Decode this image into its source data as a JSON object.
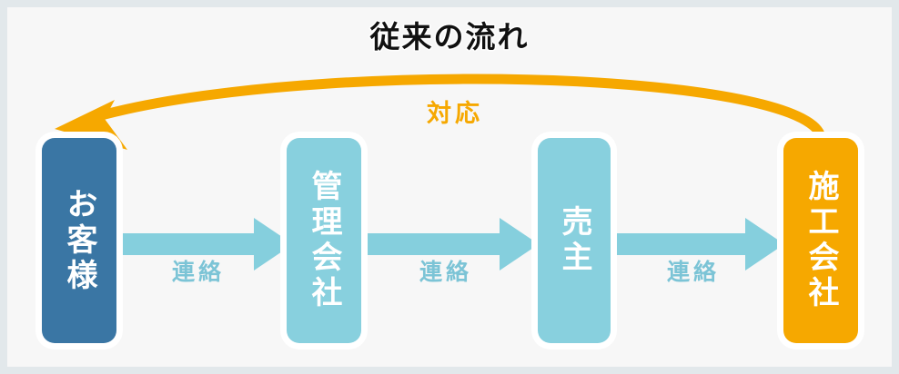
{
  "diagram": {
    "title": "従来の流れ",
    "background_color": "#f7f7f7",
    "frame_color": "#e2e8eb",
    "nodes": [
      {
        "id": "customer",
        "label": "お客様",
        "color": "#3a76a4"
      },
      {
        "id": "management",
        "label": "管理会社",
        "color": "#88d0de"
      },
      {
        "id": "seller",
        "label": "売主",
        "color": "#88d0de"
      },
      {
        "id": "contractor",
        "label": "施工会社",
        "color": "#f6a800"
      }
    ],
    "flow_arrows": [
      {
        "id": "customer-to-management",
        "label": "連絡",
        "color": "#85cfdd"
      },
      {
        "id": "management-to-seller",
        "label": "連絡",
        "color": "#85cfdd"
      },
      {
        "id": "seller-to-contractor",
        "label": "連絡",
        "color": "#85cfdd"
      }
    ],
    "return_arrow": {
      "id": "contractor-to-customer",
      "label": "対応",
      "color": "#f6a800"
    }
  }
}
